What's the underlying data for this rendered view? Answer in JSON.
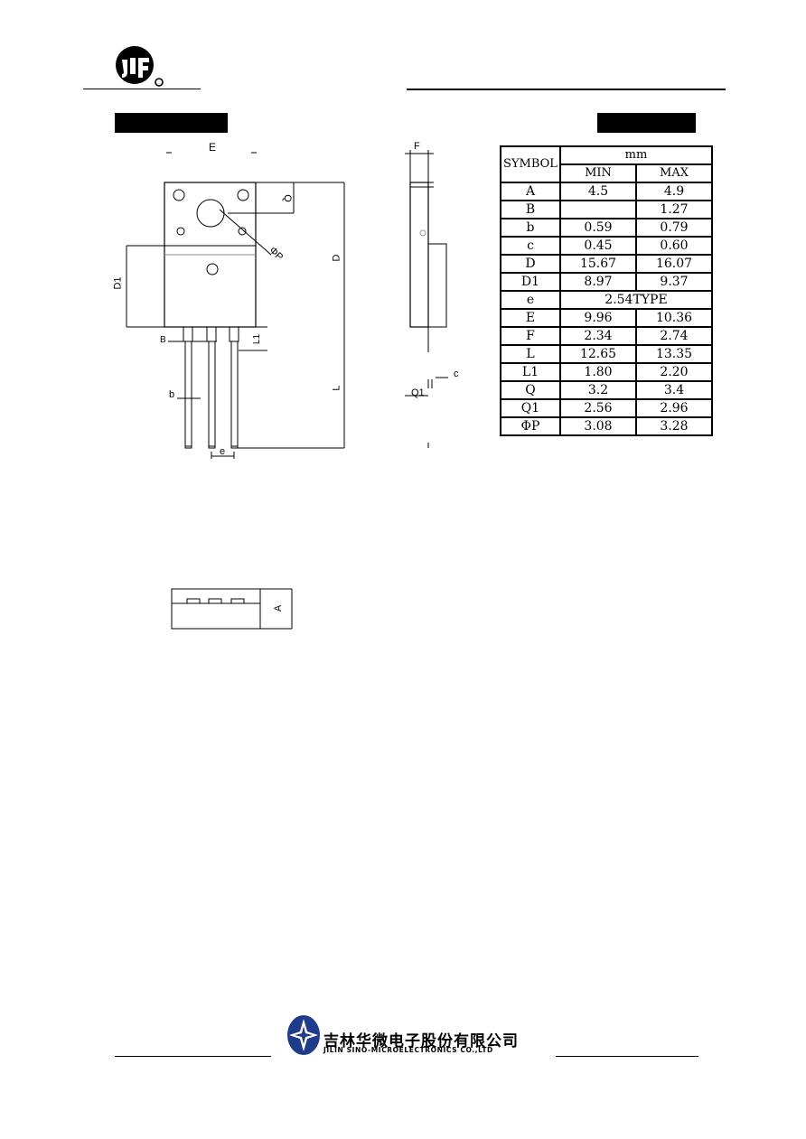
{
  "header": {
    "logo_icon": "jsm-logo-icon"
  },
  "labels": {
    "E": "E",
    "Q": "Q",
    "PHIP": "ΦP",
    "D": "D",
    "D1": "D1",
    "B": "B",
    "L1": "L1",
    "b": "b",
    "L": "L",
    "e": "e",
    "F": "F",
    "c": "c",
    "Q1": "Q1",
    "A": "A"
  },
  "table": {
    "symbol_header": "SYMBOL",
    "unit_header": "mm",
    "min_header": "MIN",
    "max_header": "MAX",
    "rows": [
      {
        "sym": "A",
        "min": "4.5",
        "max": "4.9"
      },
      {
        "sym": "B",
        "min": "",
        "max": "1.27"
      },
      {
        "sym": "b",
        "min": "0.59",
        "max": "0.79"
      },
      {
        "sym": "c",
        "min": "0.45",
        "max": "0.60"
      },
      {
        "sym": "D",
        "min": "15.67",
        "max": "16.07"
      },
      {
        "sym": "D1",
        "min": "8.97",
        "max": "9.37"
      },
      {
        "sym": "e",
        "typ": "2.54TYPE"
      },
      {
        "sym": "E",
        "min": "9.96",
        "max": "10.36"
      },
      {
        "sym": "F",
        "min": "2.34",
        "max": "2.74"
      },
      {
        "sym": "L",
        "min": "12.65",
        "max": "13.35"
      },
      {
        "sym": "L1",
        "min": "1.80",
        "max": "2.20"
      },
      {
        "sym": "Q",
        "min": "3.2",
        "max": "3.4"
      },
      {
        "sym": "Q1",
        "min": "2.56",
        "max": "2.96"
      },
      {
        "sym": "ΦP",
        "min": "3.08",
        "max": "3.28"
      }
    ]
  },
  "footer": {
    "logo_icon": "jilin-sino-star-logo-icon",
    "company_cn": "吉林华微电子股份有限公司",
    "company_en": "JILIN SINO-MICROELECTRONICS CO.,LTD"
  }
}
